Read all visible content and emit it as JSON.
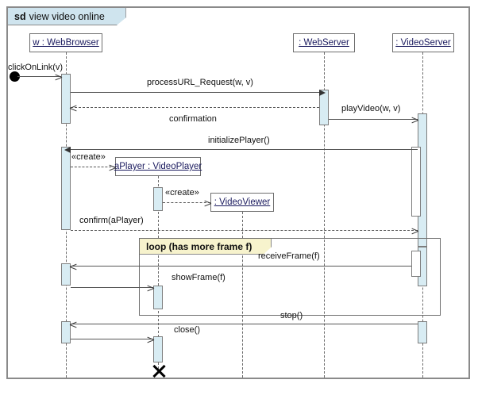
{
  "diagram": {
    "kind_keyword": "sd",
    "title": "view video online",
    "type": "uml-sequence-diagram"
  },
  "lifelines": [
    {
      "id": "webbrowser",
      "label": "w : WebBrowser"
    },
    {
      "id": "aplayer",
      "label": "aPlayer : VideoPlayer"
    },
    {
      "id": "videoviewer",
      "label": ": VideoViewer"
    },
    {
      "id": "webserver",
      "label": ": WebServer"
    },
    {
      "id": "videoserver",
      "label": ": VideoServer"
    }
  ],
  "messages": [
    {
      "id": "m1",
      "label": "clickOnLink(v)",
      "from": "found",
      "to": "webbrowser",
      "kind": "found"
    },
    {
      "id": "m2",
      "label": "processURL_Request(w, v)",
      "from": "webbrowser",
      "to": "webserver",
      "kind": "sync"
    },
    {
      "id": "m3",
      "label": "confirmation",
      "from": "webserver",
      "to": "webbrowser",
      "kind": "return"
    },
    {
      "id": "m4",
      "label": "playVideo(w, v)",
      "from": "webserver",
      "to": "videoserver",
      "kind": "sync"
    },
    {
      "id": "m5",
      "label": "initializePlayer()",
      "from": "videoserver",
      "to": "webbrowser",
      "kind": "sync"
    },
    {
      "id": "m6",
      "label": "«create»",
      "from": "webbrowser",
      "to": "aplayer",
      "kind": "create"
    },
    {
      "id": "m7",
      "label": "«create»",
      "from": "aplayer",
      "to": "videoviewer",
      "kind": "create"
    },
    {
      "id": "m8",
      "label": "confirm(aPlayer)",
      "from": "webbrowser",
      "to": "videoserver",
      "kind": "return"
    },
    {
      "id": "m9",
      "label": "receiveFrame(f)",
      "from": "videoserver",
      "to": "webbrowser",
      "kind": "sync"
    },
    {
      "id": "m10",
      "label": "showFrame(f)",
      "from": "webbrowser",
      "to": "aplayer",
      "kind": "sync"
    },
    {
      "id": "m11",
      "label": "stop()",
      "from": "videoserver",
      "to": "webbrowser",
      "kind": "sync"
    },
    {
      "id": "m12",
      "label": "close()",
      "from": "webbrowser",
      "to": "aplayer",
      "kind": "sync"
    }
  ],
  "fragments": [
    {
      "id": "loop1",
      "operator": "loop",
      "guard": "(has more frame f)",
      "label": "loop (has more frame f)"
    }
  ],
  "destruction": [
    {
      "lifeline": "aplayer",
      "marker": "X"
    }
  ],
  "colors": {
    "frame_border": "#8a8a8a",
    "title_tag_fill": "#cfe4ee",
    "fragment_tag_fill": "#f7f3cd",
    "activation_fill": "#d8ecf3",
    "activation_border": "#7d7d7d",
    "lifeline_text": "#1a1a5e",
    "message_line": "#555555",
    "background": "#ffffff"
  }
}
